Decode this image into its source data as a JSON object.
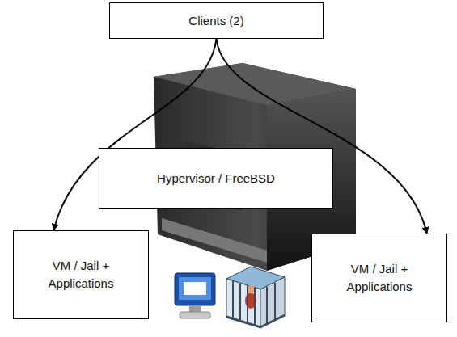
{
  "diagram": {
    "nodes": [
      {
        "text": [
          "Clients (2)"
        ]
      },
      {
        "text": [
          "Hypervisor / FreeBSD"
        ]
      },
      {
        "text": [
          "VM / Jail + Applications"
        ]
      },
      {
        "text": [
          "VM / Jail + Applications"
        ]
      }
    ],
    "edges": [
      {
        "from": 0,
        "to": 2,
        "arrow": "to"
      },
      {
        "from": 0,
        "to": 3,
        "arrow": "to"
      }
    ]
  }
}
